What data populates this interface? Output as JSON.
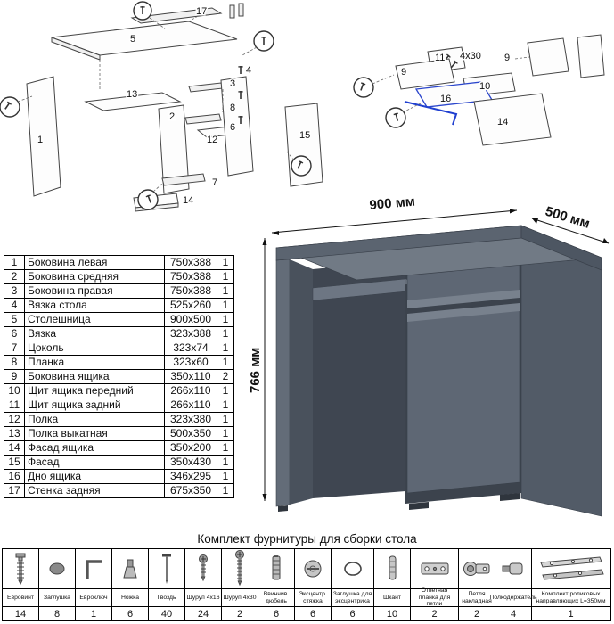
{
  "desk": {
    "width": "900 мм",
    "depth": "500 мм",
    "height": "766 мм"
  },
  "diagrams": {
    "left": {
      "labels": {
        "n1": "1",
        "n2": "2",
        "n3": "3",
        "n4": "4",
        "n5": "5",
        "n6": "6",
        "n7": "7",
        "n8": "8",
        "n12": "12",
        "n13": "13",
        "n14": "14",
        "n15": "15",
        "n17": "17"
      }
    },
    "right": {
      "labels": {
        "n9a": "9",
        "n9b": "9",
        "n10": "10",
        "n11": "11",
        "n14": "14",
        "n16": "16"
      },
      "screw_label": "4x30"
    }
  },
  "parts_table": {
    "rows": [
      {
        "num": "1",
        "name": "Боковина левая",
        "size": "750x388",
        "qty": "1"
      },
      {
        "num": "2",
        "name": "Боковина средняя",
        "size": "750x388",
        "qty": "1"
      },
      {
        "num": "3",
        "name": "Боковина правая",
        "size": "750x388",
        "qty": "1"
      },
      {
        "num": "4",
        "name": "Вязка стола",
        "size": "525x260",
        "qty": "1"
      },
      {
        "num": "5",
        "name": "Столешница",
        "size": "900x500",
        "qty": "1"
      },
      {
        "num": "6",
        "name": "Вязка",
        "size": "323x388",
        "qty": "1"
      },
      {
        "num": "7",
        "name": "Цоколь",
        "size": "323x74",
        "qty": "1"
      },
      {
        "num": "8",
        "name": "Планка",
        "size": "323x60",
        "qty": "1"
      },
      {
        "num": "9",
        "name": "Боковина ящика",
        "size": "350x110",
        "qty": "2"
      },
      {
        "num": "10",
        "name": "Щит ящика передний",
        "size": "266x110",
        "qty": "1"
      },
      {
        "num": "11",
        "name": "Щит ящика задний",
        "size": "266x110",
        "qty": "1"
      },
      {
        "num": "12",
        "name": "Полка",
        "size": "323x380",
        "qty": "1"
      },
      {
        "num": "13",
        "name": "Полка выкатная",
        "size": "500x350",
        "qty": "1"
      },
      {
        "num": "14",
        "name": "Фасад ящика",
        "size": "350x200",
        "qty": "1"
      },
      {
        "num": "15",
        "name": "Фасад",
        "size": "350x430",
        "qty": "1"
      },
      {
        "num": "16",
        "name": "Дно ящика",
        "size": "346x295",
        "qty": "1"
      },
      {
        "num": "17",
        "name": "Стенка задняя",
        "size": "675x350",
        "qty": "1"
      }
    ]
  },
  "hardware": {
    "title": "Комплект фурнитуры для сборки стола",
    "items": [
      {
        "name": "Евровинт",
        "qty": "14"
      },
      {
        "name": "Заглушка",
        "qty": "8"
      },
      {
        "name": "Евроключ",
        "qty": "1"
      },
      {
        "name": "Ножка",
        "qty": "6"
      },
      {
        "name": "Гвоздь",
        "qty": "40"
      },
      {
        "name": "Шуруп 4x16",
        "qty": "24"
      },
      {
        "name": "Шуруп 4x30",
        "qty": "2"
      },
      {
        "name": "Ввинчив. дюбель",
        "qty": "6"
      },
      {
        "name": "Эксцентр. стяжка",
        "qty": "6"
      },
      {
        "name": "Заглушка для эксцентрика",
        "qty": "6"
      },
      {
        "name": "Шкант",
        "qty": "10"
      },
      {
        "name": "Ответная планка для петли",
        "qty": "2"
      },
      {
        "name": "Петля накладная",
        "qty": "2"
      },
      {
        "name": "Полкодержатель",
        "qty": "4"
      },
      {
        "name": "Комплект роликовых направляющих L=350мм",
        "qty": "1"
      }
    ]
  }
}
